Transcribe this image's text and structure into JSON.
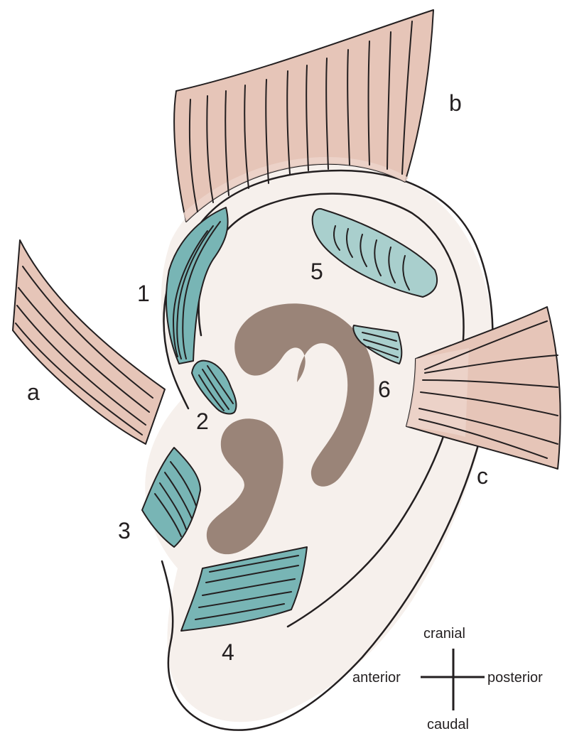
{
  "labels": {
    "extrinsic": [
      "a",
      "b",
      "c"
    ],
    "intrinsic": [
      "1",
      "2",
      "3",
      "4",
      "5",
      "6"
    ]
  },
  "compass": {
    "cranial": "cranial",
    "caudal": "caudal",
    "anterior": "anterior",
    "posterior": "posterior"
  },
  "colors": {
    "extrinsic_muscle": "#e6c5b8",
    "intrinsic_muscle": "#78b5b5",
    "intrinsic_muscle_light": "#a9cfcd",
    "auricle_skin": "#f6f0ec",
    "cartilage_fold": "#9a8478",
    "outline": "#231f20"
  }
}
